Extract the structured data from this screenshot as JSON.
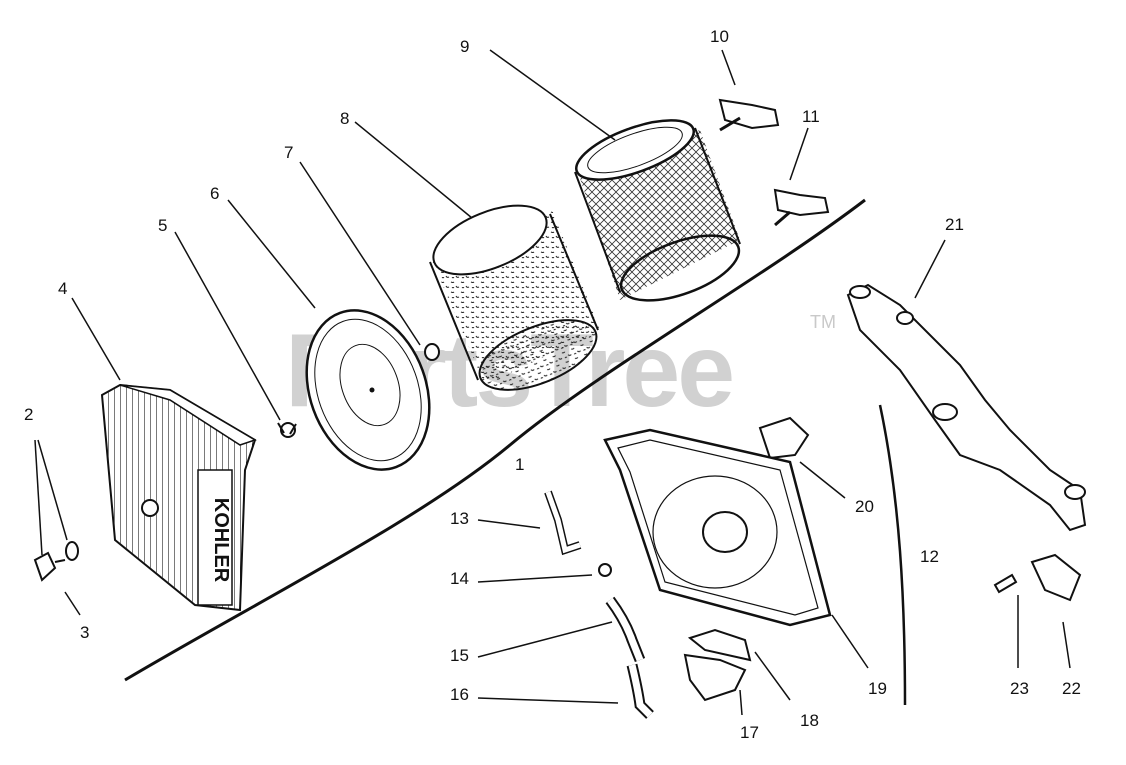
{
  "watermark": {
    "text": "PartsTree",
    "tm": "TM"
  },
  "callouts": [
    {
      "id": "p1",
      "label": "1"
    },
    {
      "id": "p2",
      "label": "2"
    },
    {
      "id": "p3",
      "label": "3"
    },
    {
      "id": "p4",
      "label": "4"
    },
    {
      "id": "p5",
      "label": "5"
    },
    {
      "id": "p6",
      "label": "6"
    },
    {
      "id": "p7",
      "label": "7"
    },
    {
      "id": "p8",
      "label": "8"
    },
    {
      "id": "p9",
      "label": "9"
    },
    {
      "id": "p10",
      "label": "10"
    },
    {
      "id": "p11",
      "label": "11"
    },
    {
      "id": "p12",
      "label": "12"
    },
    {
      "id": "p13",
      "label": "13"
    },
    {
      "id": "p14",
      "label": "14"
    },
    {
      "id": "p15",
      "label": "15"
    },
    {
      "id": "p16",
      "label": "16"
    },
    {
      "id": "p17",
      "label": "17"
    },
    {
      "id": "p18",
      "label": "18"
    },
    {
      "id": "p19",
      "label": "19"
    },
    {
      "id": "p20",
      "label": "20"
    },
    {
      "id": "p21",
      "label": "21"
    },
    {
      "id": "p22",
      "label": "22"
    },
    {
      "id": "p23",
      "label": "23"
    }
  ],
  "cover_brand": "KOHLER"
}
